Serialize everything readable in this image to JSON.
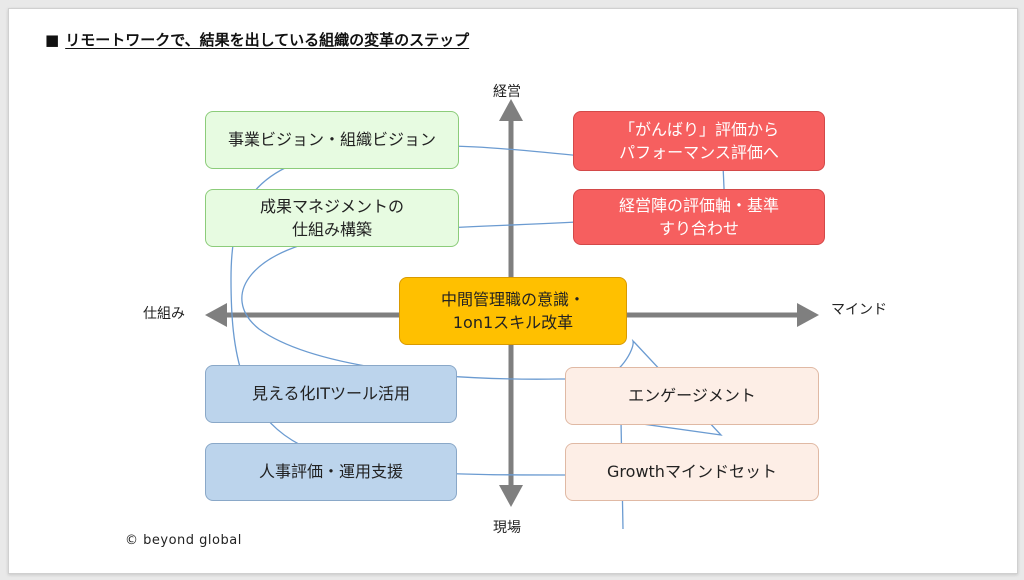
{
  "title": {
    "bullet": "■",
    "text": "リモートワークで、結果を出している組織の変革のステップ"
  },
  "axes": {
    "top": "経営",
    "bottom": "現場",
    "left": "仕組み",
    "right": "マインド"
  },
  "boxes": {
    "top_left_1": "事業ビジョン・組織ビジョン",
    "top_left_2": "成果マネジメントの\n仕組み構築",
    "top_right_1": "「がんばり」評価から\nパフォーマンス評価へ",
    "top_right_2": "経営陣の評価軸・基準\nすり合わせ",
    "center": "中間管理職の意識・\n1on1スキル改革",
    "bottom_left_1": "見える化ITツール活用",
    "bottom_left_2": "人事評価・運用支援",
    "bottom_right_1": "エンゲージメント",
    "bottom_right_2": "Growthマインドセット"
  },
  "copyright": "© beyond global",
  "colors": {
    "axis": "#7f7f7f",
    "spiral": "#6b9bd1",
    "green_fill": "#e7fbe1",
    "red_fill": "#f65f5f",
    "blue_fill": "#bcd4ec",
    "peach_fill": "#fdeee6",
    "center_fill": "#ffc000"
  }
}
